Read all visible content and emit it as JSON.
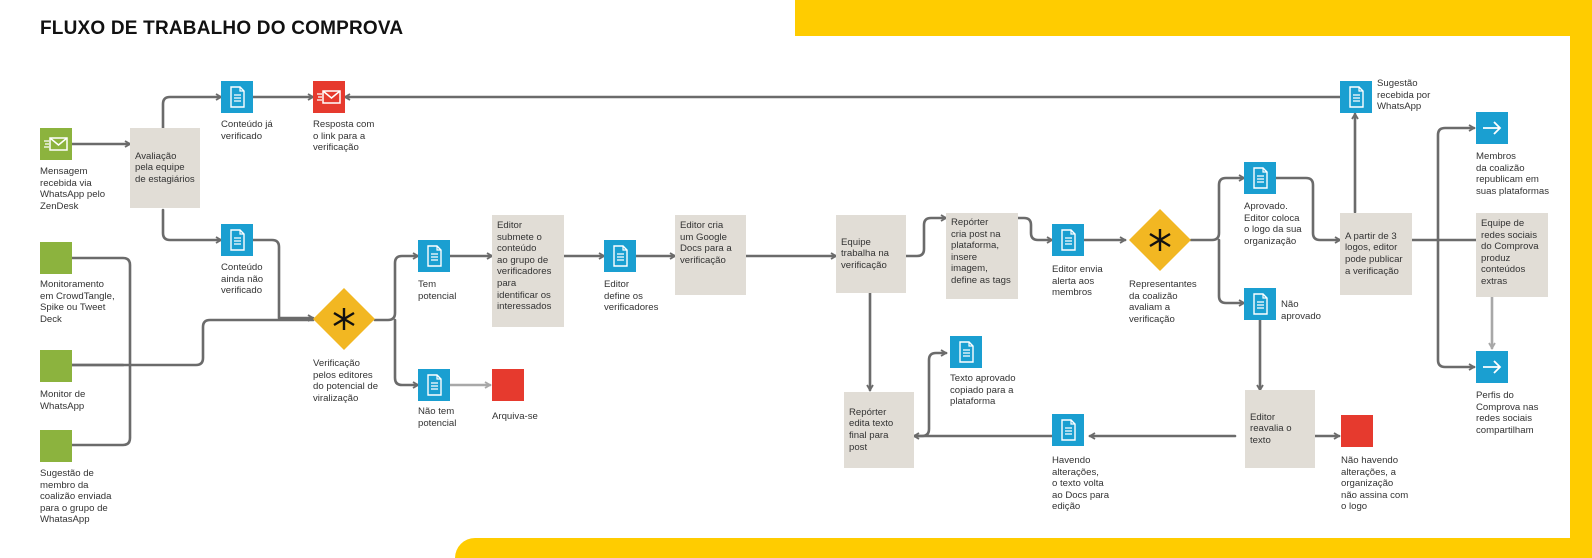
{
  "title": "FLUXO DE TRABALHO DO COMPROVA",
  "colors": {
    "yellow": "#ffcc00",
    "blue": "#1a9fd1",
    "green": "#8cb33e",
    "red": "#e63a2e",
    "box": "#e1ddd6",
    "diamond": "#f2b722",
    "line": "#6b6b6b"
  },
  "icons": {
    "document": "document-icon",
    "envelope": "envelope-icon",
    "arrow": "arrow-right-icon",
    "star": "asterisk-icon"
  },
  "sources": {
    "mensagem": "Mensagem\nrecebida via\nWhatsApp pelo\nZenDesk",
    "monitoramento": "Monitoramento\nem CrowdTangle,\nSpike ou Tweet\nDeck",
    "monitor_whatsapp": "Monitor de\nWhatsApp",
    "sugestao_membro": "Sugestão de\nmembro da\ncoalizão enviada\npara o grupo de\nWhatasApp"
  },
  "nodes": {
    "avaliacao": "Avaliação\npela equipe\nde estagiários",
    "conteudo_verificado": "Conteúdo já\nverificado",
    "resposta": "Resposta com\no link para a\nverificação",
    "conteudo_nao_verificado": "Conteúdo\nainda não\nverificado",
    "verificacao_editores": "Verificação\npelos editores\ndo potencial de\nviralização",
    "tem_potencial": "Tem\npotencial",
    "nao_tem_potencial": "Não tem\npotencial",
    "arquiva": "Arquiva-se",
    "editor_submete": "Editor\nsubmete o\nconteúdo\nao grupo de\nverificadores\npara\nidentificar os\ninteressados",
    "editor_define": "Editor\ndefine os\nverificadores",
    "editor_cria": "Editor cria\num Google\nDocs para a\nverificação",
    "equipe_trabalha": "Equipe\ntrabalha na\nverificação",
    "reporter_cria": "Repórter\ncria post na\nplataforma,\ninsere\nimagem,\ndefine as tags",
    "editor_envia": "Editor envia\nalerta aos\nmembros",
    "representantes": "Representantes\nda coalizão\navaliam a\nverificação",
    "aprovado": "Aprovado.\nEditor coloca\no logo da sua\norganização",
    "nao_aprovado": "Não\naprovado",
    "a_partir": "A partir de 3\nlogos, editor\npode publicar\na verificação",
    "sugestao_whatsapp": "Sugestão\nrecebida por\nWhatsApp",
    "membros_republicam": "Membros\nda coalizão\nrepublicam em\nsuas plataformas",
    "equipe_redes": "Equipe de\nredes sociais\ndo Comprova\nproduz\nconteúdos\nextras",
    "perfis": "Perfis do\nComprova nas\nredes sociais\ncompartilham",
    "editor_reavalia": "Editor\nreavalia o\ntexto",
    "nao_havendo": "Não havendo\nalterações, a\norganização\nnão assina com\no logo",
    "havendo": "Havendo\nalterações,\no texto volta\nao Docs para\nedição",
    "reporter_edita": "Repórter\nedita texto\nfinal para post",
    "texto_aprovado": "Texto aprovado\ncopiado para a\nplataforma"
  }
}
